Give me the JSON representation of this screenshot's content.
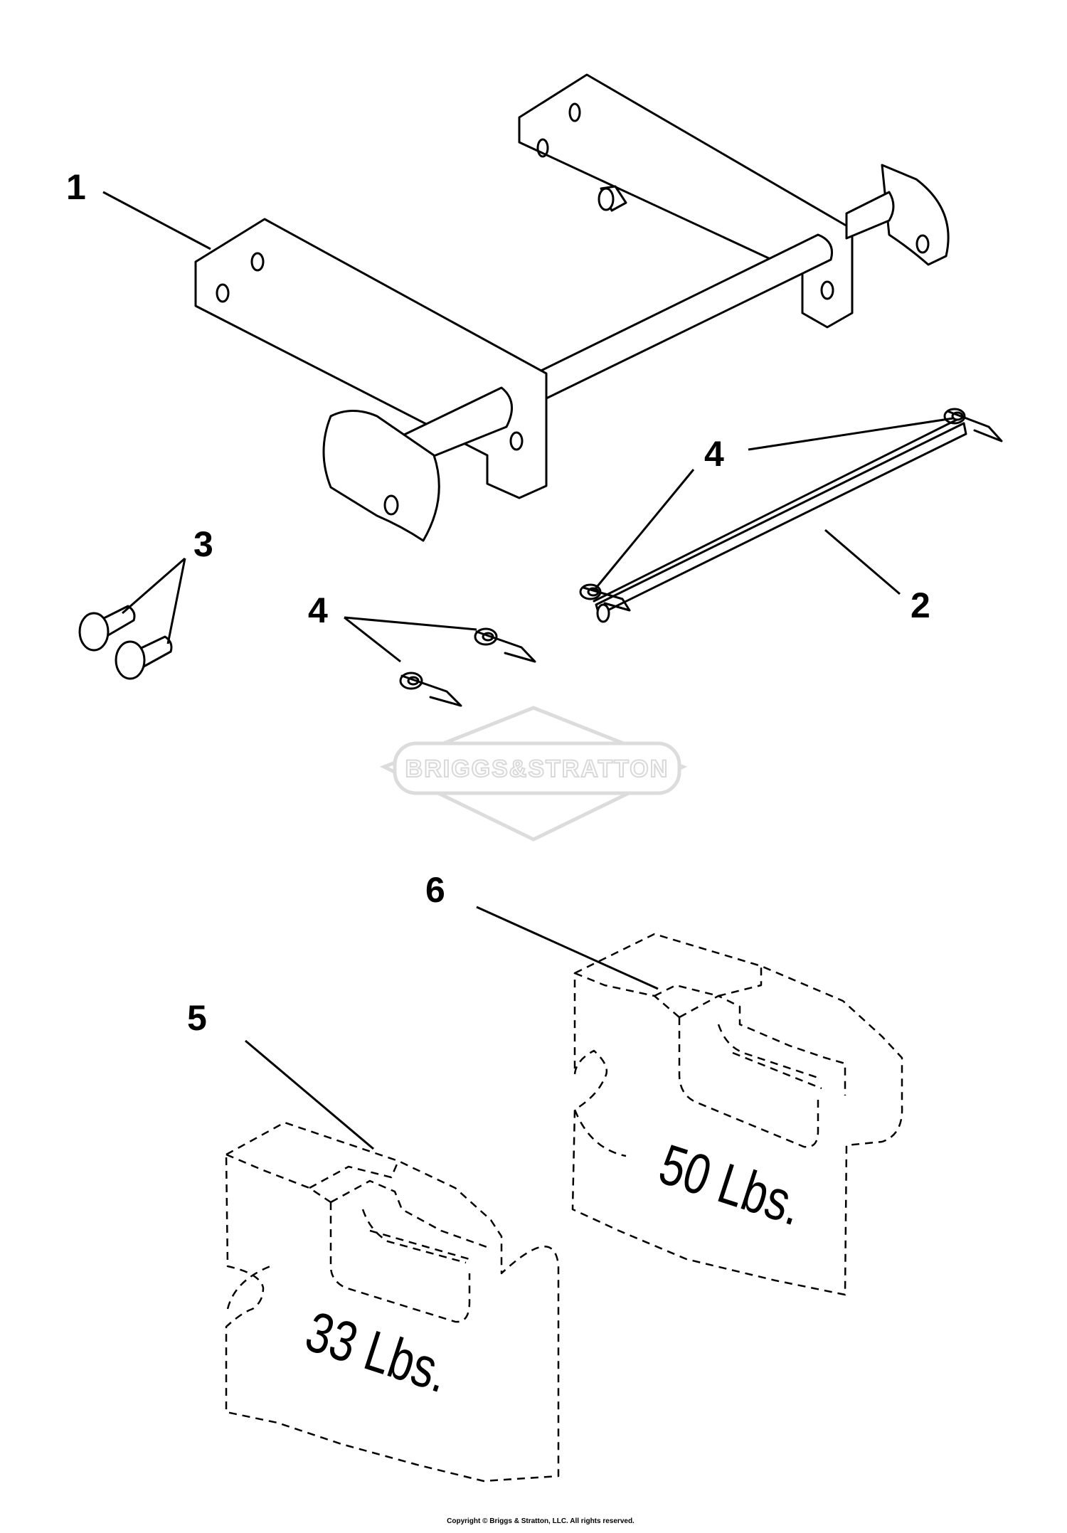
{
  "callouts": {
    "c1": "1",
    "c2": "2",
    "c3": "3",
    "c4a": "4",
    "c4b": "4",
    "c5": "5",
    "c6": "6"
  },
  "weights": {
    "w33": "33 Lbs.",
    "w50": "50 Lbs."
  },
  "watermark": {
    "brand": "BRIGGS&STRATTON"
  },
  "footer": {
    "copyright": "Copyright © Briggs & Stratton, LLC. All rights reserved."
  }
}
